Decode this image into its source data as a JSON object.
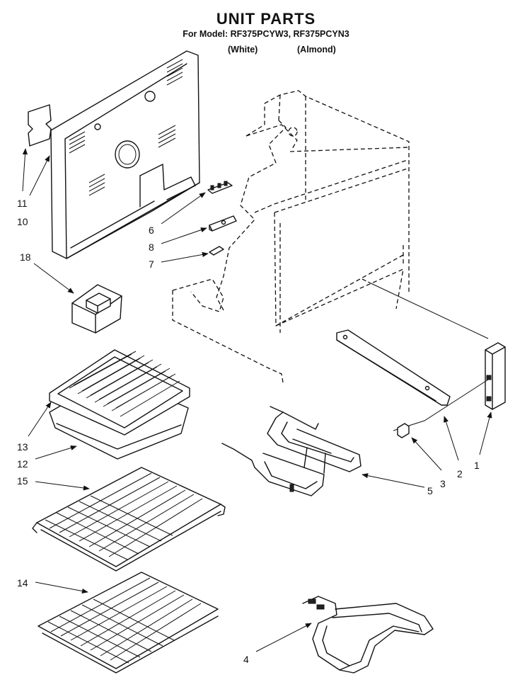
{
  "header": {
    "title": "UNIT PARTS",
    "models_line": "For Model: RF375PCYW3, RF375PCYN3",
    "finish_white": "(White)",
    "finish_almond": "(Almond)"
  },
  "callouts": [
    "1",
    "2",
    "3",
    "4",
    "5",
    "6",
    "7",
    "8",
    "10",
    "11",
    "12",
    "13",
    "14",
    "15",
    "18"
  ]
}
